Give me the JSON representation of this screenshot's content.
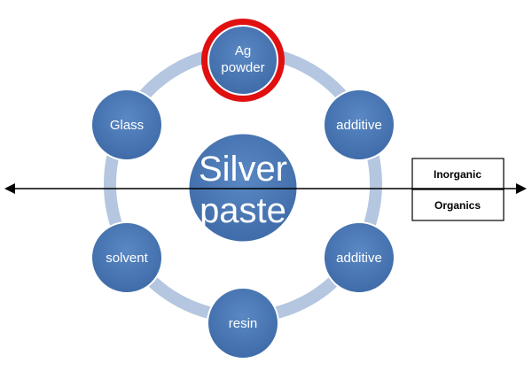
{
  "diagram": {
    "center": {
      "line1": "Silver",
      "line2": "paste"
    },
    "nodes": {
      "ag_powder": {
        "line1": "Ag",
        "line2": "powder",
        "highlighted": true
      },
      "additive_top": {
        "label": "additive"
      },
      "additive_bottom": {
        "label": "additive"
      },
      "resin": {
        "label": "resin"
      },
      "solvent": {
        "label": "solvent"
      },
      "glass": {
        "label": "Glass"
      }
    },
    "legend": {
      "inorganic": "Inorganic",
      "organics": "Organics"
    },
    "colors": {
      "node_fill": "#4a78b5",
      "node_stroke": "#ffffff",
      "ring": "#b4c6e0",
      "highlight_ring": "#e01010",
      "arrow": "#000000"
    }
  }
}
